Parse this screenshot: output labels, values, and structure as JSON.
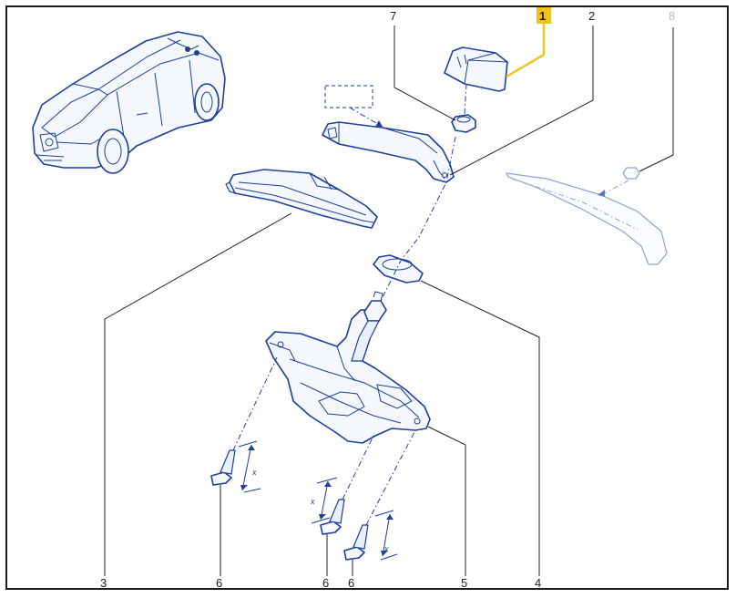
{
  "diagram": {
    "callouts": [
      {
        "id": "c1",
        "text": "1",
        "highlighted": true
      },
      {
        "id": "c2",
        "text": "2"
      },
      {
        "id": "c3",
        "text": "3"
      },
      {
        "id": "c4",
        "text": "4"
      },
      {
        "id": "c5",
        "text": "5"
      },
      {
        "id": "c6a",
        "text": "6"
      },
      {
        "id": "c6b",
        "text": "6"
      },
      {
        "id": "c6c",
        "text": "6"
      },
      {
        "id": "c7",
        "text": "7"
      },
      {
        "id": "c8",
        "text": "8",
        "faded": true
      }
    ],
    "dimension_label": "x"
  },
  "colors": {
    "line_art": "#1f3f98",
    "highlight": "#f2c21b",
    "faded": "#bdbdbd",
    "frame": "#1a1a1a"
  }
}
